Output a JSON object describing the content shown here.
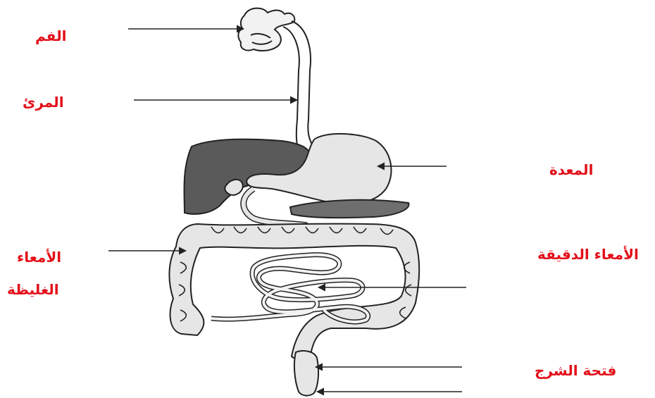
{
  "colors": {
    "label": "#e3101a",
    "outline": "#222222",
    "organ_fill": "#e6e6e6",
    "liver_fill": "#5a5a5a"
  },
  "labels": {
    "mouth": "الفم",
    "esophagus": "المرئ",
    "stomach": "المعدة",
    "large_intestine_line1": "الأمعاء",
    "large_intestine_line2": "الغليظة",
    "small_intestine": "الأمعاء الدقيقة",
    "anus": "فتحة الشرج"
  }
}
